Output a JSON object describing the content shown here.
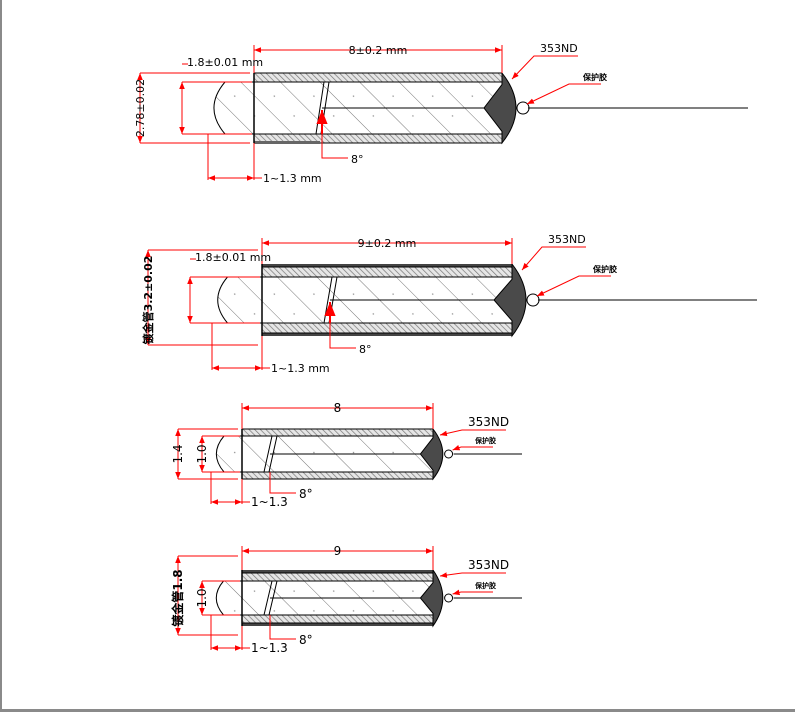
{
  "colors": {
    "dimension": "#ff0000",
    "outline": "#000000",
    "cap_fill": "#4a4a4a",
    "wall_hatch": "#777777"
  },
  "diagrams": [
    {
      "length_label": "8±0.2 mm",
      "rod_dia_label": "1.8±0.01 mm",
      "tube_dia_label": "2.78±0.02",
      "insert_label": "1~1.3 mm",
      "angle_label": "8°",
      "cap_label": "353ND",
      "protect_label": "保护胶"
    },
    {
      "length_label": "9±0.2 mm",
      "rod_dia_label": "1.8±0.01 mm",
      "tube_dia_label": "镀金管3.2±0.02",
      "insert_label": "1~1.3 mm",
      "angle_label": "8°",
      "cap_label": "353ND",
      "protect_label": "保护胶"
    },
    {
      "length_label": "8",
      "rod_dia_label": "1.0",
      "tube_dia_label": "1.4",
      "insert_label": "1~1.3",
      "angle_label": "8°",
      "cap_label": "353ND",
      "protect_label": "保护胶"
    },
    {
      "length_label": "9",
      "rod_dia_label": "1.0",
      "tube_dia_label": "镀金管1.8",
      "insert_label": "1~1.3",
      "angle_label": "8°",
      "cap_label": "353ND",
      "protect_label": "保护胶"
    }
  ]
}
